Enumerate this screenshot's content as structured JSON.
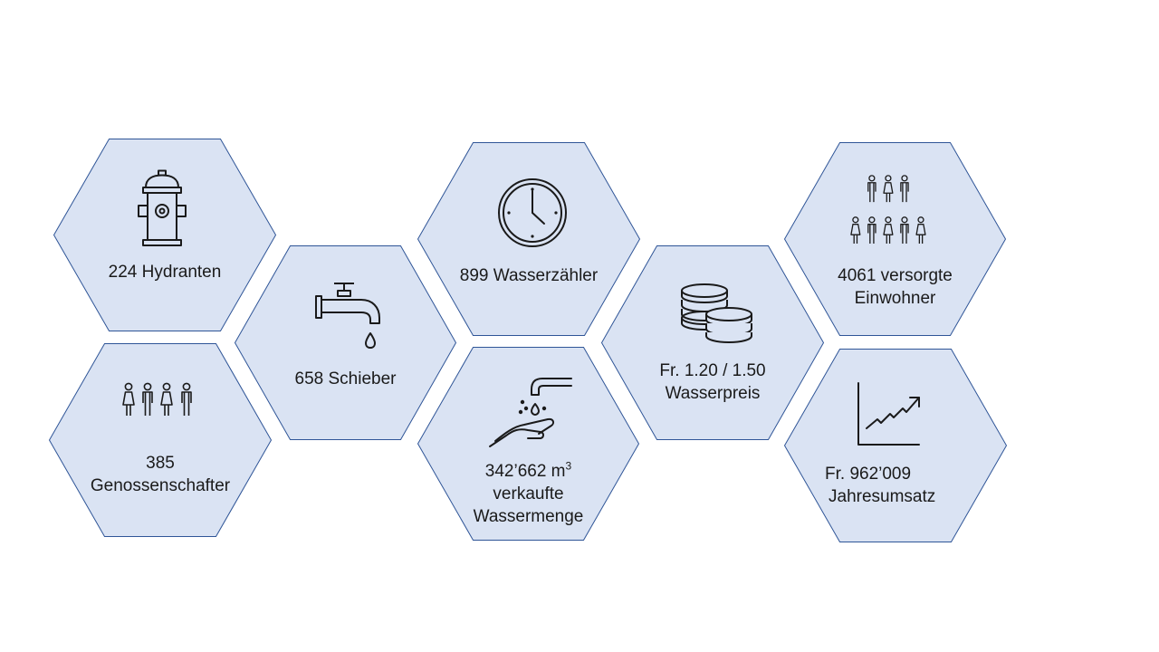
{
  "colors": {
    "hex_fill": "#dae3f3",
    "hex_stroke": "#2f5597",
    "icon": "#1a1a1a"
  },
  "tiles": [
    {
      "id": "hydranten",
      "icon": "fire-hydrant-icon",
      "lines": [
        "224 Hydranten"
      ]
    },
    {
      "id": "genossenschafter",
      "icon": "people-group-icon",
      "lines": [
        "385",
        "Genossenschafter"
      ]
    },
    {
      "id": "schieber",
      "icon": "water-tap-icon",
      "lines": [
        "658 Schieber"
      ]
    },
    {
      "id": "wasserzaehler",
      "icon": "clock-icon",
      "lines": [
        "899 Wasserzähler"
      ]
    },
    {
      "id": "wassermenge",
      "icon": "hand-water-icon",
      "lines": [
        "342’662 m",
        "verkaufte",
        "Wassermenge"
      ],
      "superscript": "3"
    },
    {
      "id": "wasserpreis",
      "icon": "coins-icon",
      "lines": [
        "Fr. 1.20 / 1.50",
        "Wasserpreis"
      ]
    },
    {
      "id": "einwohner",
      "icon": "population-icon",
      "lines": [
        "4061 versorgte",
        "Einwohner"
      ]
    },
    {
      "id": "jahresumsatz",
      "icon": "growth-chart-icon",
      "lines": [
        "Fr. 962’009",
        "Jahresumsatz"
      ]
    }
  ]
}
